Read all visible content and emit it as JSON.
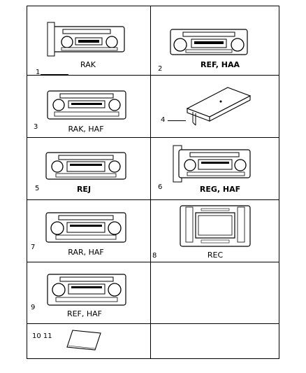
{
  "cells": [
    {
      "num": "1",
      "code": "RAK"
    },
    {
      "num": "2",
      "code": "REF, HAA"
    },
    {
      "num": "3",
      "code": "RAK,  HAF"
    },
    {
      "num": "4",
      "code": ""
    },
    {
      "num": "5",
      "code": "REJ"
    },
    {
      "num": "6",
      "code": "REG, HAF"
    },
    {
      "num": "7",
      "code": "RAR,  HAF"
    },
    {
      "num": "8",
      "code": "REC"
    },
    {
      "num": "9",
      "code": "REF,  HAF"
    },
    {
      "num": "10  11",
      "code": ""
    }
  ]
}
